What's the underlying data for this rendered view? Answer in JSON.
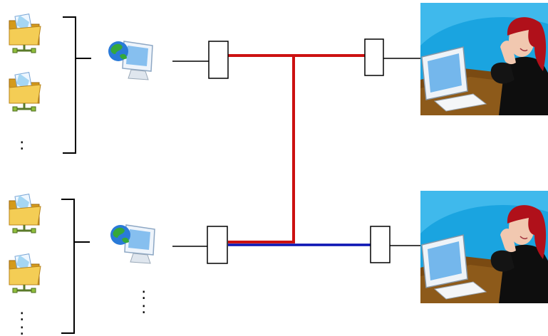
{
  "diagram": {
    "colors": {
      "line": "#000000",
      "red_link": "#cc1111",
      "blue_link": "#0a14b4",
      "photo_sky": "#1aa4e0",
      "photo_sky_light": "#58c8f4",
      "folder": "#f2c64a",
      "folder_dark": "#d49a1c",
      "globe_blue": "#2a7ad8",
      "globe_green": "#35a83a",
      "monitor": "#cfe3f6"
    },
    "icons": {
      "shared_folder": "shared-folder-icon",
      "network_computer": "network-computer-icon",
      "user_at_computer": "user-at-computer-clipart"
    },
    "ellipsis": ":",
    "groups": [
      {
        "name": "group-top",
        "folders": 2,
        "ellipsis": true,
        "link_color": "red"
      },
      {
        "name": "group-bottom",
        "folders": 2,
        "ellipsis": true,
        "link_color": "blue"
      }
    ]
  }
}
